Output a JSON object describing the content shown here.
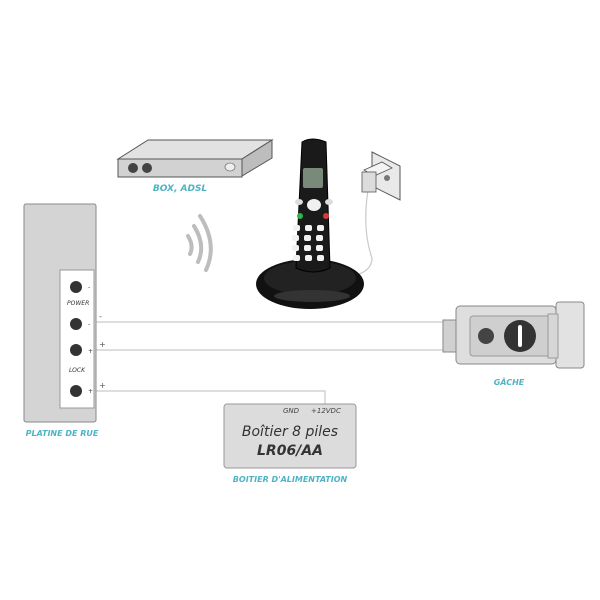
{
  "labels": {
    "box_adsl": "BOX, ADSL",
    "platine": "PLATINE DE RUE",
    "gache": "GÂCHE",
    "boitier_alim": "BOITIER D'ALIMENTATION"
  },
  "street_plate": {
    "power": "POWER",
    "lock": "LOCK",
    "minus": "-",
    "plus": "+"
  },
  "wire_signs": {
    "minus": "-",
    "plus1": "+",
    "plus2": "+"
  },
  "battery": {
    "gnd": "GND",
    "v12": "+12VDC",
    "line1": "Boîtier 8 piles",
    "line2": "LR06/AA"
  },
  "colors": {
    "accent": "#4fb3c4",
    "device_gray": "#d8d8d8",
    "wire": "#c9c9c9"
  }
}
